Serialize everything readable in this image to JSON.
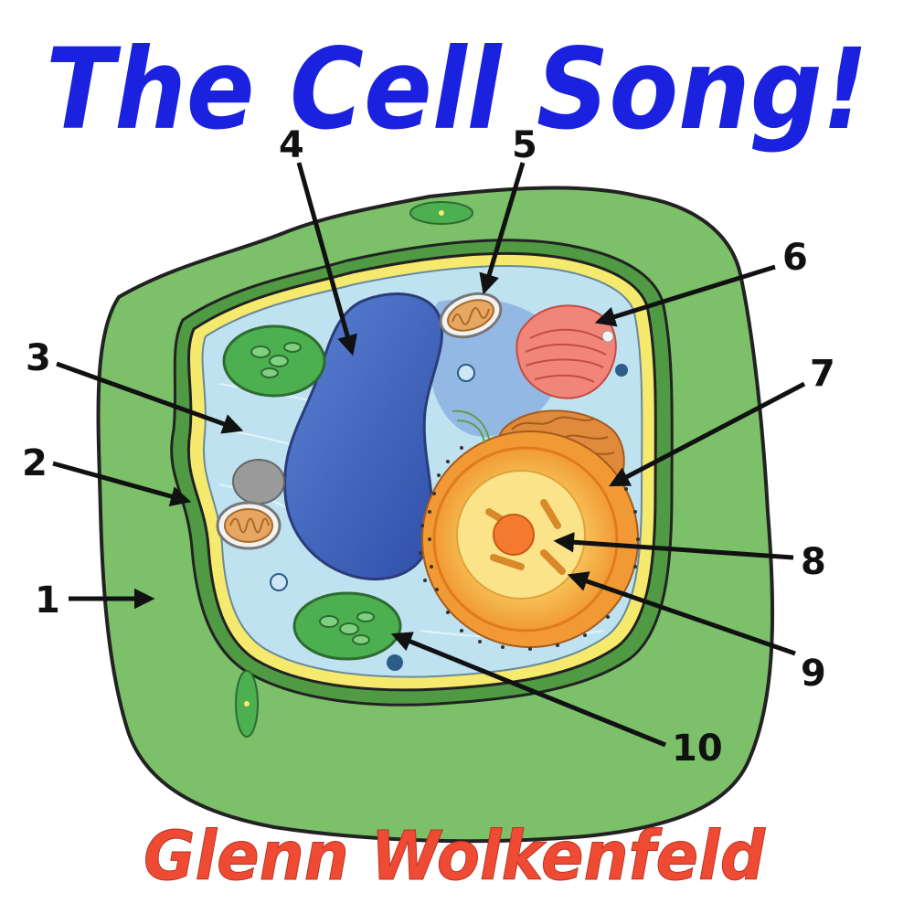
{
  "title": "The Cell Song!",
  "artist": "Glenn Wolkenfeld",
  "colors": {
    "title": "#1a22e0",
    "artist": "#ef4a33",
    "cell_wall": "#7cc06a",
    "cell_wall_dark": "#4f9a43",
    "membrane": "#f5ea6e",
    "cytoplasm": "#bfe2f0",
    "vacuole": "#3f63b8",
    "nucleus": "#f5a040",
    "golgi": "#f2857a",
    "chloroplast": "#4caf50"
  },
  "labels": [
    "1",
    "2",
    "3",
    "4",
    "5",
    "6",
    "7",
    "8",
    "9",
    "10"
  ]
}
